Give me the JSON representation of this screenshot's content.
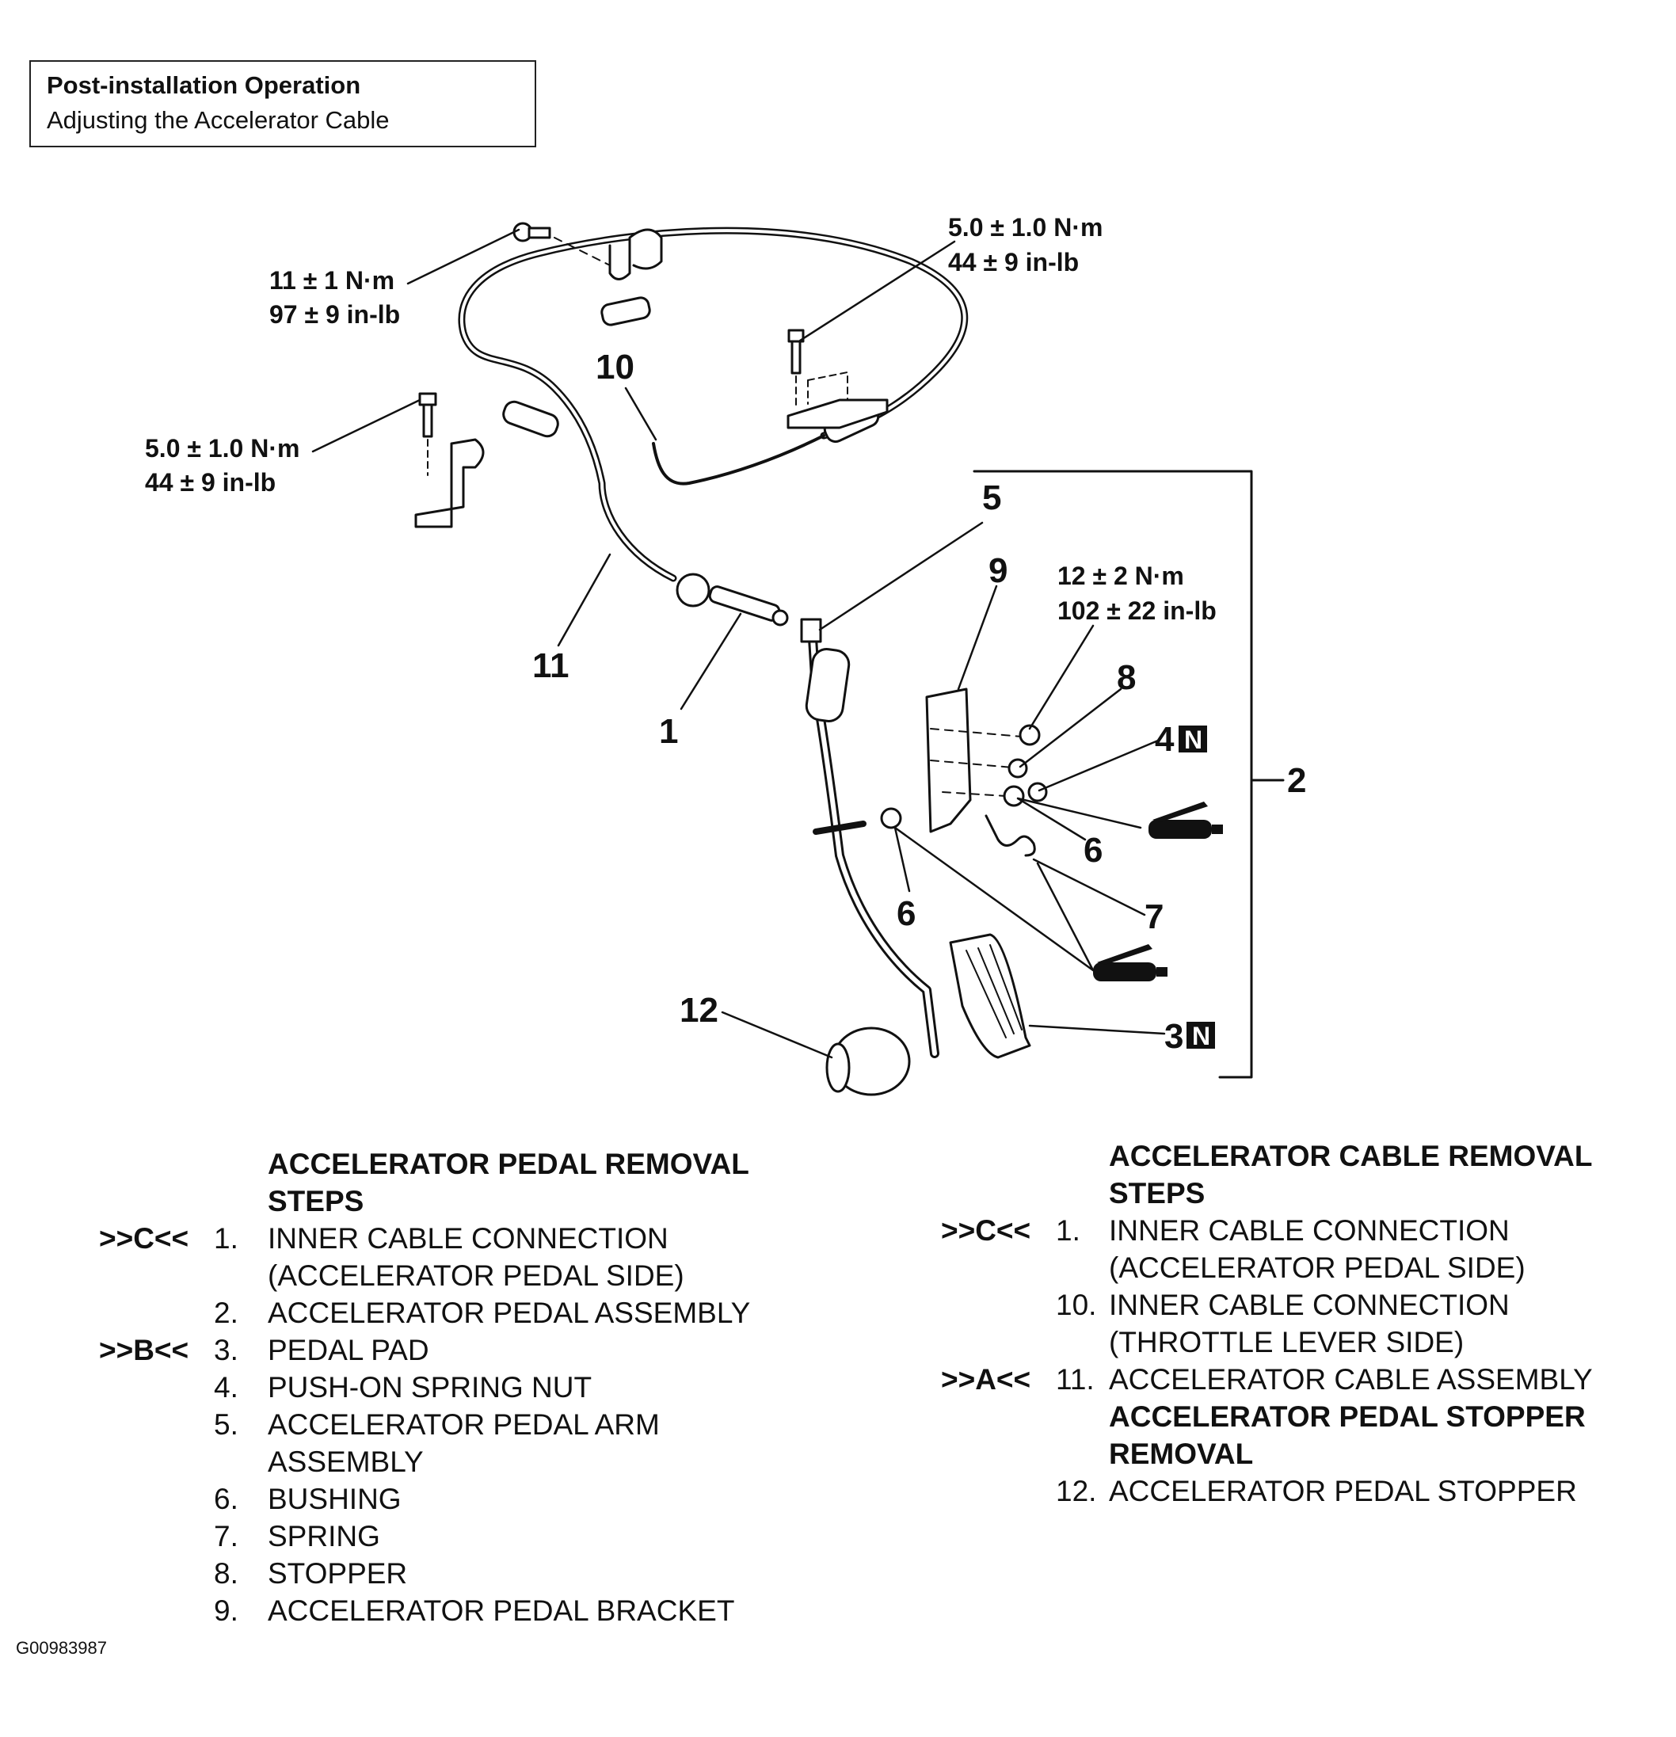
{
  "header": {
    "title": "Post-installation Operation",
    "subtitle": "Adjusting the Accelerator Cable"
  },
  "torque_labels": {
    "t1": {
      "nm": "11 ± 1 N·m",
      "inlb": "97 ± 9 in-lb"
    },
    "t2": {
      "nm": "5.0 ± 1.0 N·m",
      "inlb": "44 ± 9 in-lb"
    },
    "t3": {
      "nm": "5.0 ± 1.0 N·m",
      "inlb": "44 ± 9 in-lb"
    },
    "t4": {
      "nm": "12 ± 2 N·m",
      "inlb": "102 ± 22 in-lb"
    }
  },
  "callouts": {
    "c1": "1",
    "c2": "2",
    "c3": "3",
    "c4": "4",
    "c5": "5",
    "c6a": "6",
    "c6b": "6",
    "c7": "7",
    "c8": "8",
    "c9": "9",
    "c10": "10",
    "c11": "11",
    "c12": "12",
    "new_part_mark": "N"
  },
  "left_steps": {
    "heading": [
      "ACCELERATOR PEDAL REMOVAL",
      "STEPS"
    ],
    "items": [
      {
        "marker": ">>C<<",
        "num": "1.",
        "lines": [
          "INNER CABLE CONNECTION",
          "(ACCELERATOR PEDAL SIDE)"
        ]
      },
      {
        "marker": "",
        "num": "2.",
        "lines": [
          "ACCELERATOR PEDAL ASSEMBLY"
        ]
      },
      {
        "marker": ">>B<<",
        "num": "3.",
        "lines": [
          "PEDAL PAD"
        ]
      },
      {
        "marker": "",
        "num": "4.",
        "lines": [
          "PUSH-ON SPRING NUT"
        ]
      },
      {
        "marker": "",
        "num": "5.",
        "lines": [
          "ACCELERATOR PEDAL ARM",
          "ASSEMBLY"
        ]
      },
      {
        "marker": "",
        "num": "6.",
        "lines": [
          "BUSHING"
        ]
      },
      {
        "marker": "",
        "num": "7.",
        "lines": [
          "SPRING"
        ]
      },
      {
        "marker": "",
        "num": "8.",
        "lines": [
          "STOPPER"
        ]
      },
      {
        "marker": "",
        "num": "9.",
        "lines": [
          "ACCELERATOR PEDAL BRACKET"
        ]
      }
    ]
  },
  "right_steps": {
    "heading": [
      "ACCELERATOR CABLE REMOVAL",
      "STEPS"
    ],
    "items": [
      {
        "marker": ">>C<<",
        "num": "1.",
        "lines": [
          "INNER CABLE CONNECTION",
          "(ACCELERATOR PEDAL SIDE)"
        ]
      },
      {
        "marker": "",
        "num": "10.",
        "lines": [
          "INNER CABLE CONNECTION",
          "(THROTTLE LEVER SIDE)"
        ]
      },
      {
        "marker": ">>A<<",
        "num": "11.",
        "lines": [
          "ACCELERATOR CABLE ASSEMBLY"
        ]
      }
    ],
    "subheading": [
      "ACCELERATOR PEDAL STOPPER",
      "REMOVAL"
    ],
    "sub_items": [
      {
        "marker": "",
        "num": "12.",
        "lines": [
          "ACCELERATOR PEDAL STOPPER"
        ]
      }
    ]
  },
  "figure_id": "G00983987"
}
